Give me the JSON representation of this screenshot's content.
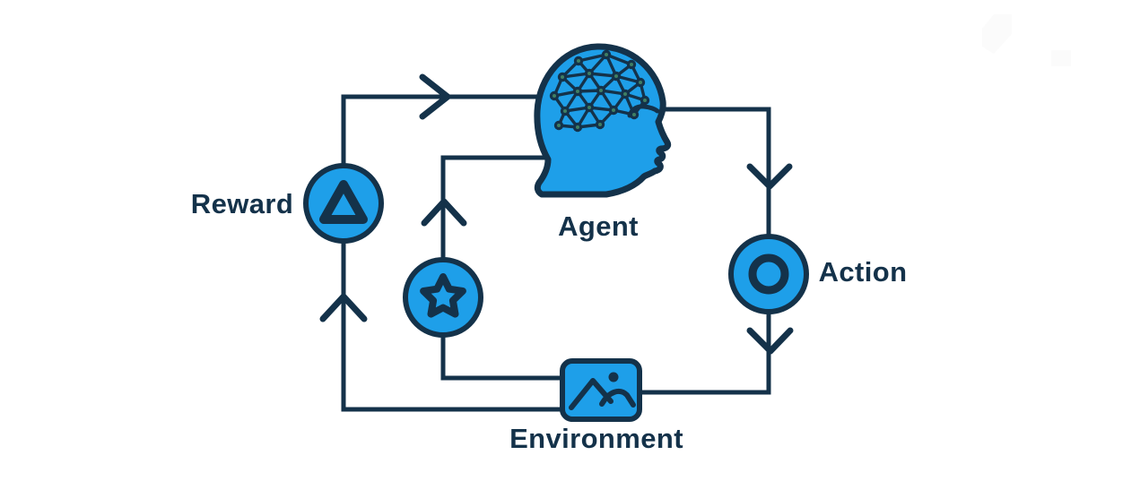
{
  "diagram": {
    "labels": {
      "agent": "Agent",
      "action": "Action",
      "environment": "Environment",
      "reward": "Reward"
    },
    "icons": {
      "agent": "head-with-brain-network-icon",
      "action": "concentric-circle-icon",
      "environment": "picture-icon",
      "reward": "rounded-triangle-icon",
      "state": "star-icon"
    },
    "edges": [
      {
        "from": "Agent",
        "to": "Action"
      },
      {
        "from": "Action",
        "to": "Environment"
      },
      {
        "from": "Environment",
        "to": "Agent",
        "via": "star-node"
      },
      {
        "from": "Environment",
        "to": "Agent",
        "via": "Reward"
      }
    ],
    "colors": {
      "node_fill": "#1E9FE9",
      "outline": "#14324A",
      "brain_dot": "#3F7F63",
      "background": "#FFFFFF"
    }
  }
}
